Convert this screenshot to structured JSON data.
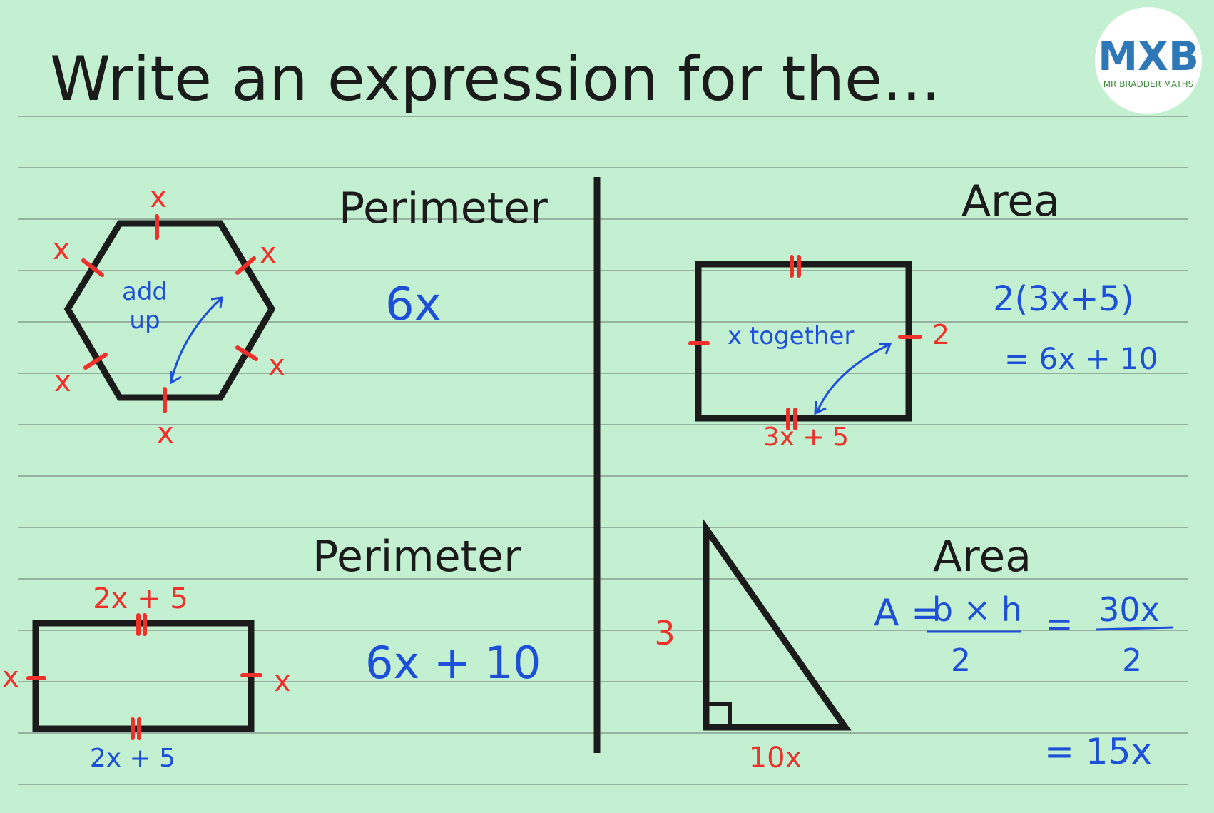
{
  "title": "Write an expression for the...",
  "logo": {
    "mark": "MXB",
    "caption": "MR BRADDER MATHS"
  },
  "colors": {
    "background": "#c2f0d0",
    "rule": "#8a9a90",
    "ink": "#1b1b1b",
    "red": "#f0302a",
    "blue": "#1e4fd8"
  },
  "hexagon": {
    "heading": "Perimeter",
    "side_label": "x",
    "side_labels": [
      "x",
      "x",
      "x",
      "x",
      "x",
      "x"
    ],
    "note_line1": "add",
    "note_line2": "up",
    "answer": "6x"
  },
  "rectangle_perimeter": {
    "heading": "Perimeter",
    "top_label": "2x + 5",
    "bottom_label": "2x + 5",
    "left_label": "x",
    "right_label": "x",
    "answer": "6x + 10"
  },
  "rectangle_area": {
    "heading": "Area",
    "bottom_label": "3x + 5",
    "right_label": "2",
    "note": "x together",
    "line1": "2(3x+5)",
    "line2": "= 6x + 10"
  },
  "triangle_area": {
    "heading": "Area",
    "height_label": "3",
    "base_label": "10x",
    "formula_lhs": "A =",
    "formula_num": "b × h",
    "formula_den": "2",
    "equals": "=",
    "fraction_num": "30x",
    "fraction_den": "2",
    "result": "= 15x"
  }
}
